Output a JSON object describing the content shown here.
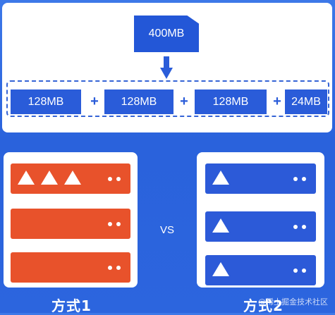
{
  "file": {
    "label": "400MB"
  },
  "blocks": [
    {
      "label": "128MB"
    },
    {
      "label": "128MB"
    },
    {
      "label": "128MB"
    },
    {
      "label": "24MB"
    }
  ],
  "plus_sign": "+",
  "methods": [
    {
      "caption": "方式1",
      "color": "#e8522b",
      "racks": [
        {
          "triangles": 3
        },
        {
          "triangles": 0
        },
        {
          "triangles": 0
        }
      ]
    },
    {
      "caption": "方式2",
      "color": "#2c5ad8",
      "racks": [
        {
          "triangles": 1
        },
        {
          "triangles": 1
        },
        {
          "triangles": 1
        }
      ]
    }
  ],
  "vs_label": "VS",
  "watermark": "@稀土掘金技术社区",
  "colors": {
    "background": "#2a62dc",
    "accent_blue": "#2a5cd9",
    "accent_orange": "#e8522b"
  }
}
